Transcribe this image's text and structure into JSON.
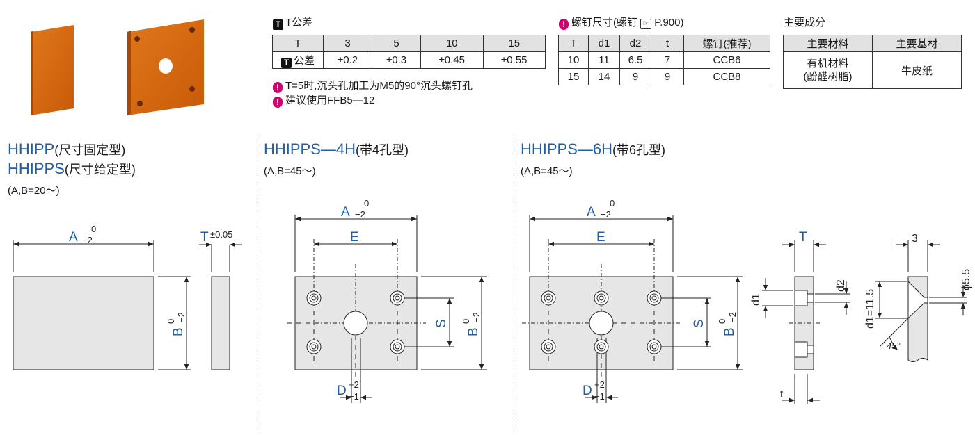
{
  "tolerance": {
    "title": "T公差",
    "badge": "T",
    "header": [
      "T",
      "3",
      "5",
      "10",
      "15"
    ],
    "row_badge": "T",
    "row_label": "公差",
    "values": [
      "±0.2",
      "±0.3",
      "±0.45",
      "±0.55"
    ],
    "notes": [
      "T=5时,沉头孔加工为M5的90°沉头螺钉孔",
      "建议使用FFB5—12"
    ]
  },
  "screw": {
    "title": "螺钉尺寸(螺钉",
    "ref": "P.900)",
    "header": [
      "T",
      "d1",
      "d2",
      "t",
      "螺钉(推荐)"
    ],
    "rows": [
      [
        "10",
        "11",
        "6.5",
        "7",
        "CCB6"
      ],
      [
        "15",
        "14",
        "9",
        "9",
        "CCB8"
      ]
    ]
  },
  "composition": {
    "title": "主要成分",
    "header": [
      "主要材料",
      "主要基材"
    ],
    "material_line1": "有机材料",
    "material_line2": "(酚醛树脂)",
    "substrate": "牛皮纸"
  },
  "sections": {
    "s1_title1": "HHIPP",
    "s1_sub1": "(尺寸固定型)",
    "s1_title2": "HHIPPS",
    "s1_sub2": "(尺寸给定型)",
    "s1_range": "(A,B=20～)",
    "s2_title": "HHIPPS—4H",
    "s2_sub": "(带4孔型)",
    "s2_range": "(A,B=45～)",
    "s3_title": "HHIPPS—6H",
    "s3_sub": "(带6孔型)",
    "s3_range": "(A,B=45～)"
  },
  "dims": {
    "A": "A",
    "B": "B",
    "T": "T",
    "E": "E",
    "S": "S",
    "D": "D",
    "tol_zero": "0",
    "tol_m2": "−2",
    "tol_p2": "+2",
    "tol_m1": "−1",
    "tol_t": "±0.05",
    "d1": "d1",
    "d2": "d2",
    "t": "t",
    "three": "3",
    "d1eq": "d1=11.5",
    "phi": "ϕ5.5",
    "angle": "45°"
  },
  "colors": {
    "accent": "#1f5fa8",
    "note": "#d2006f",
    "product": "#d2690f"
  }
}
